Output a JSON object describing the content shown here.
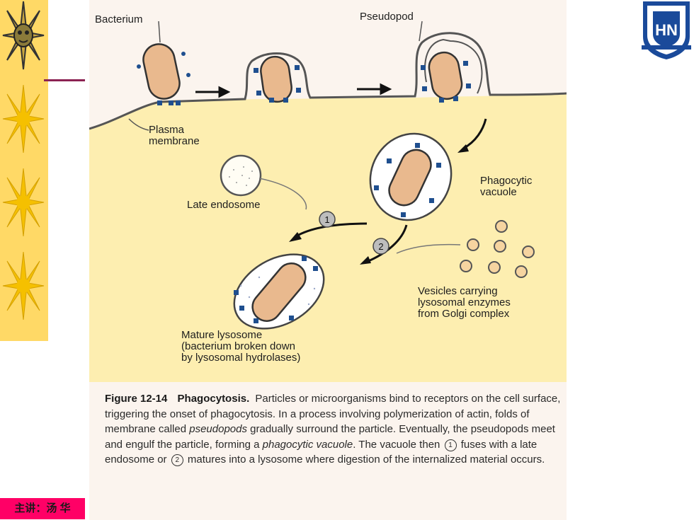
{
  "diagram": {
    "labels": {
      "bacterium": "Bacterium",
      "pseudopod": "Pseudopod",
      "plasma_membrane": "Plasma\nmembrane",
      "late_endosome": "Late endosome",
      "phagocytic_vacuole": "Phagocytic\nvacuole",
      "vesicles": "Vesicles carrying\nlysosomal enzymes\nfrom Golgi complex",
      "mature_lysosome": "Mature lysosome\n(bacterium broken down\nby lysosomal hydrolases)",
      "step_1": "1",
      "step_2": "2"
    }
  },
  "caption": {
    "figure_number": "Figure 12-14",
    "figure_title": "Phagocytosis.",
    "text_1": "Particles or microorganisms bind to receptors on the cell surface, triggering the onset of phagocytosis. In a process involving polymerization of actin, folds of membrane called ",
    "term_1": "pseudopods",
    "text_2": " gradually surround the particle. Eventually, the pseudopods meet and engulf the particle, forming a ",
    "term_2": "phagocytic vacuole",
    "text_3": ". The vacuole then ",
    "circle_1": "1",
    "text_4": " fuses with a late endosome or ",
    "circle_2": "2",
    "text_5": " matures into a lysosome where digestion of the internalized material occurs."
  },
  "logo": {
    "letters": "HN"
  },
  "footer": {
    "lecturer": "主讲：汤 华"
  },
  "colors": {
    "strip": "#ffd966",
    "cytoplasm": "#fdeeb0",
    "bacterium": "#e9b98e",
    "receptor": "#1f4f8f",
    "accent_pink": "#ff0066",
    "logo_blue": "#1a4a9a"
  },
  "icons": [
    "sun-icon",
    "university-logo-icon"
  ]
}
